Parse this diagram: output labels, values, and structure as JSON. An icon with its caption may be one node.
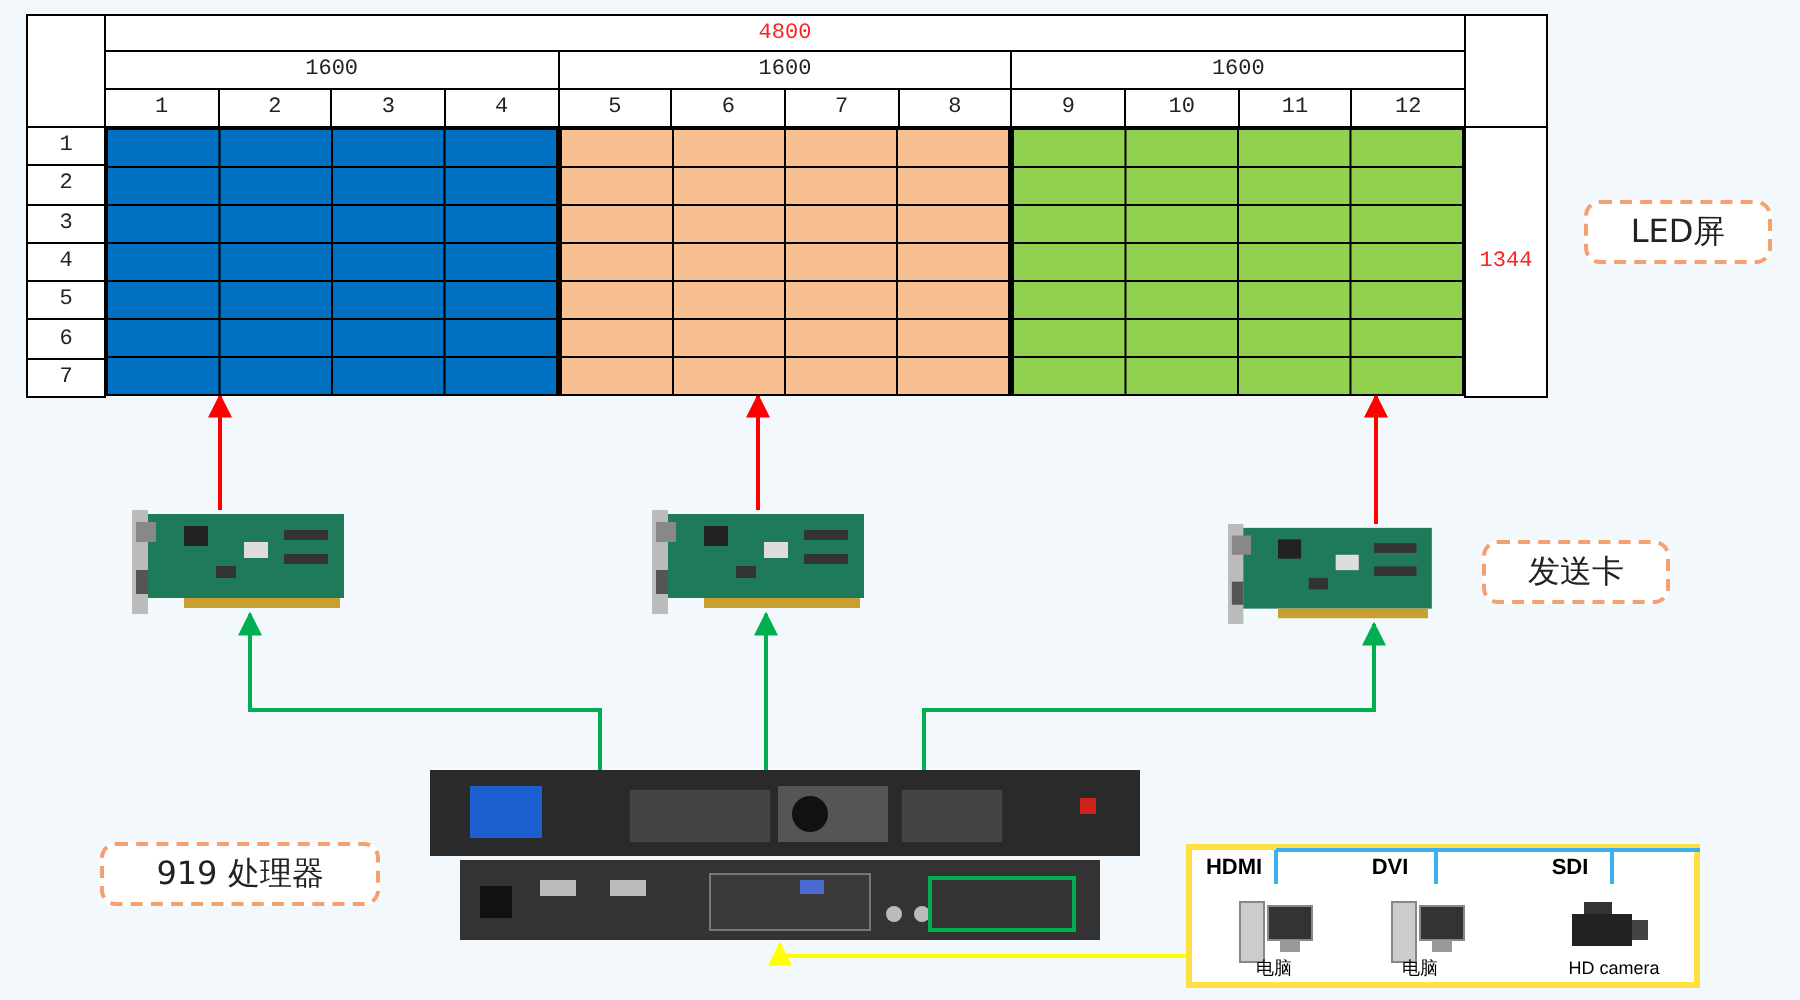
{
  "diagram": {
    "nodes": [
      {
        "text": [],
        "shape": "box"
      },
      {
        "text": [],
        "shape": "box"
      },
      {
        "text": [],
        "shape": "box"
      },
      {
        "text": [],
        "shape": "picture"
      },
      {
        "text": [],
        "shape": "picture"
      },
      {
        "text": [],
        "shape": "picture"
      },
      {
        "text": [],
        "shape": "picture"
      },
      {
        "text": [],
        "shape": "box"
      },
      {
        "text": [
          "LED屏"
        ]
      },
      {
        "text": [
          "发送卡"
        ]
      },
      {
        "text": [
          "919 处理器"
        ]
      }
    ],
    "edges": [
      {
        "from": 3,
        "to": 0,
        "arrow": "to",
        "color": "#ff0000"
      },
      {
        "from": 4,
        "to": 1,
        "arrow": "to",
        "color": "#ff0000"
      },
      {
        "from": 5,
        "to": 2,
        "arrow": "to",
        "color": "#ff0000"
      },
      {
        "from": 6,
        "to": 3,
        "arrow": "to",
        "color": "#00b050"
      },
      {
        "from": 6,
        "to": 4,
        "arrow": "to",
        "color": "#00b050"
      },
      {
        "from": 6,
        "to": 5,
        "arrow": "to",
        "color": "#00b050"
      },
      {
        "from": 7,
        "to": 6,
        "arrow": "to",
        "color": "#ffff00"
      }
    ],
    "labels": [
      "4800",
      "1600",
      "1600",
      "1600",
      "1",
      "2",
      "3",
      "4",
      "5",
      "6",
      "7",
      "8",
      "9",
      "10",
      "11",
      "12",
      "1",
      "2",
      "3",
      "4",
      "5",
      "6",
      "7",
      "1344",
      "HDMI",
      "DVI",
      "SDI",
      "电脑",
      "电脑",
      "HD camera"
    ]
  }
}
